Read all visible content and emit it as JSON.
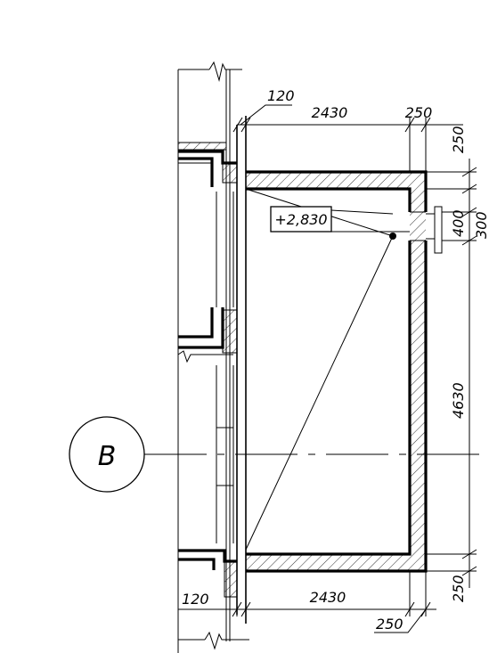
{
  "drawing": {
    "axis_label": "B",
    "elevation": "+2,830",
    "dims": {
      "top_left_thickness": "120",
      "top_width": "2430",
      "top_right_thickness": "250",
      "right_top": "250",
      "right_opening": "400",
      "right_opening_offset": "300",
      "right_height": "4630",
      "right_bottom": "250",
      "bottom_left_thickness": "120",
      "bottom_width": "2430",
      "bottom_right_thickness": "250"
    }
  }
}
